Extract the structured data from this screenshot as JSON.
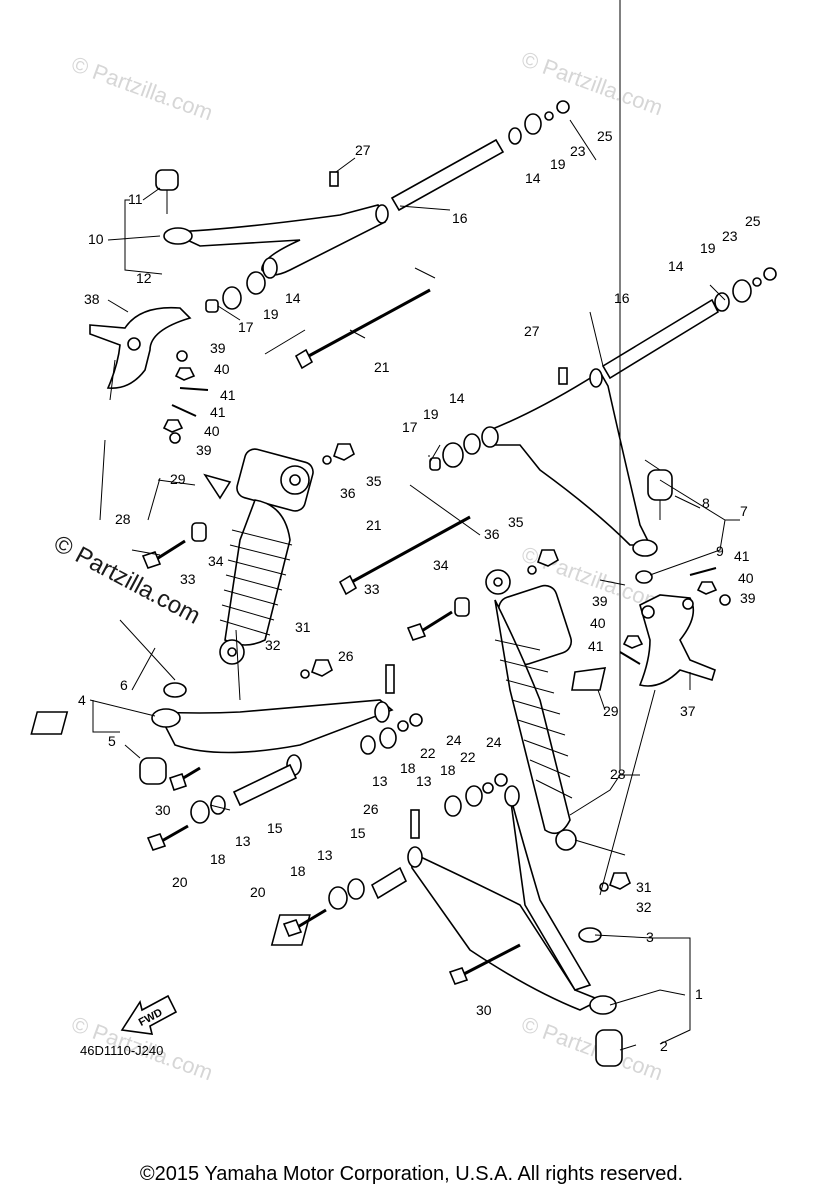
{
  "watermark": "© Partzilla.com",
  "diagram_code": "46D1110-J240",
  "fwd_label": "FWD",
  "copyright": "©2015  Yamaha Motor Corporation, U.S.A. All rights reserved.",
  "callouts": [
    "1",
    "2",
    "3",
    "4",
    "5",
    "6",
    "7",
    "8",
    "9",
    "10",
    "11",
    "12",
    "13",
    "14",
    "15",
    "16",
    "17",
    "18",
    "19",
    "20",
    "21",
    "22",
    "23",
    "24",
    "25",
    "26",
    "27",
    "28",
    "29",
    "30",
    "31",
    "32",
    "33",
    "34",
    "35",
    "36",
    "37",
    "38",
    "39",
    "40",
    "41"
  ]
}
